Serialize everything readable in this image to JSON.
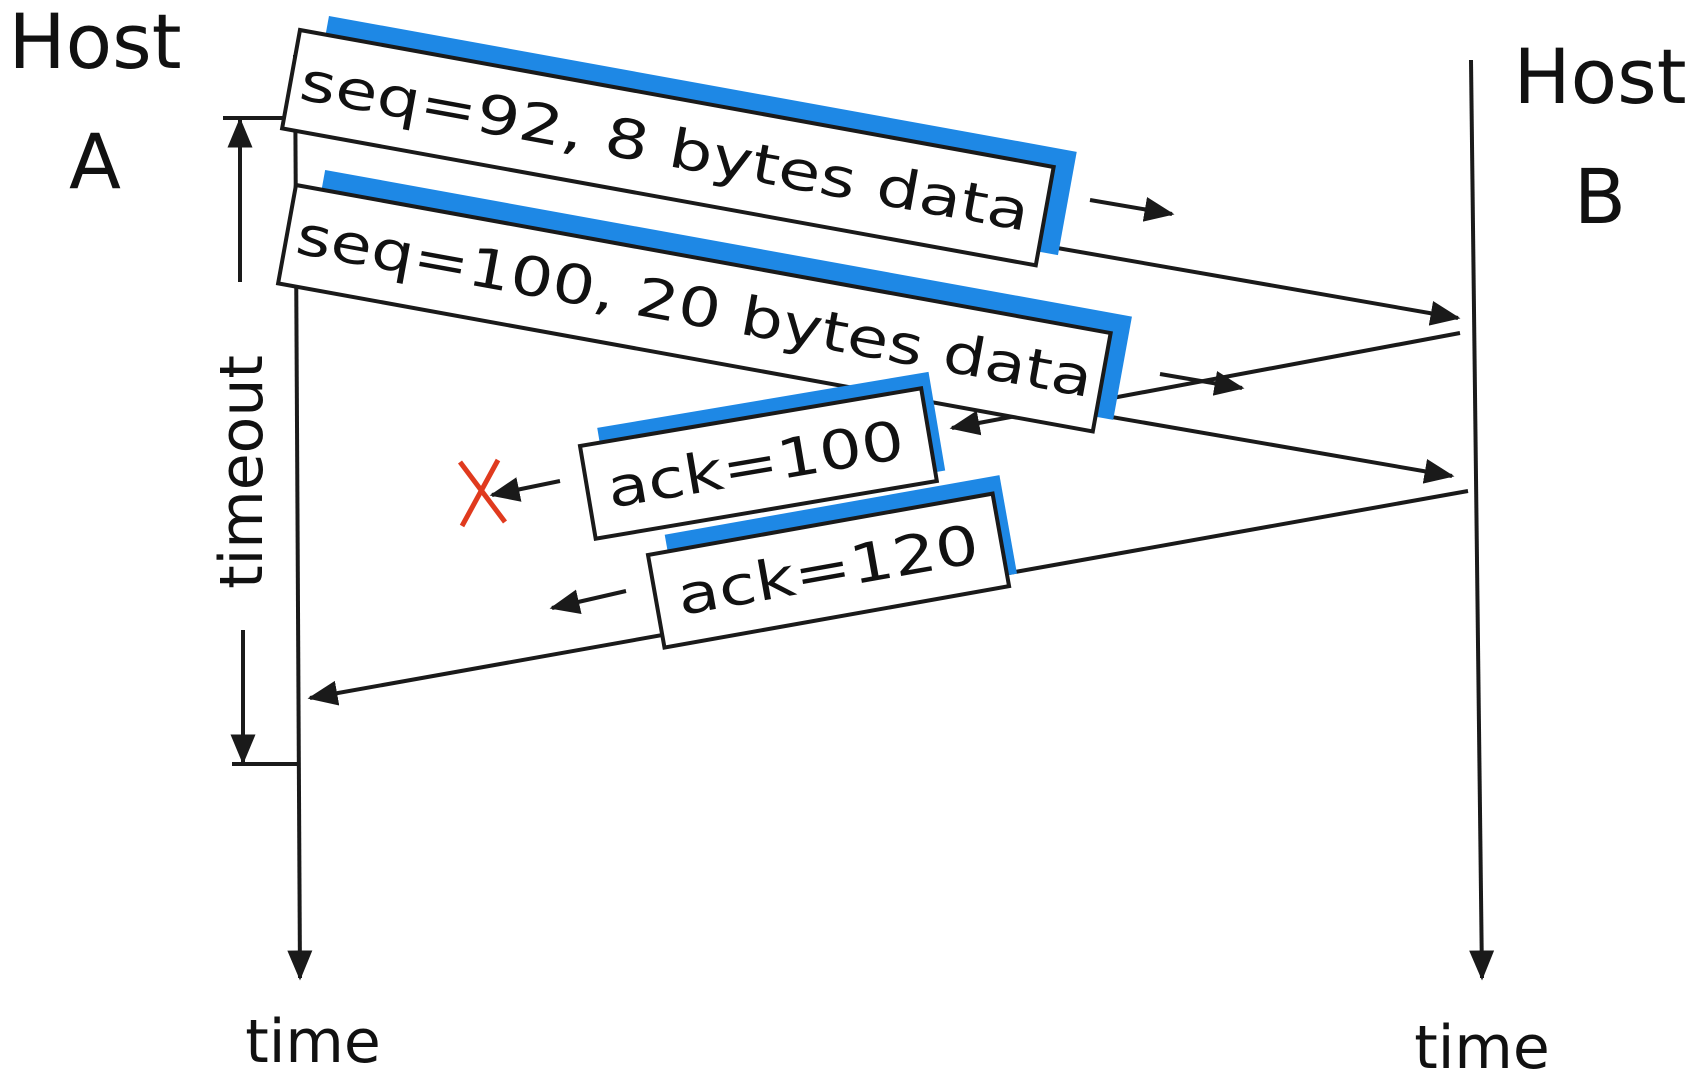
{
  "hosts": {
    "a_line1": "Host",
    "a_line2": "A",
    "b_line1": "Host",
    "b_line2": "B"
  },
  "axis": {
    "time_a": "time",
    "time_b": "time",
    "timeout": "timeout"
  },
  "segments": {
    "seq92": "seq=92, 8 bytes data",
    "seq100": "seq=100, 20 bytes data",
    "ack100": "ack=100",
    "ack120": "ack=120"
  },
  "colors": {
    "shadow": "#1e88e5",
    "loss_mark": "#e03a1e",
    "ink": "#1a1a1a"
  },
  "loss_mark_icon": "x-mark-icon"
}
